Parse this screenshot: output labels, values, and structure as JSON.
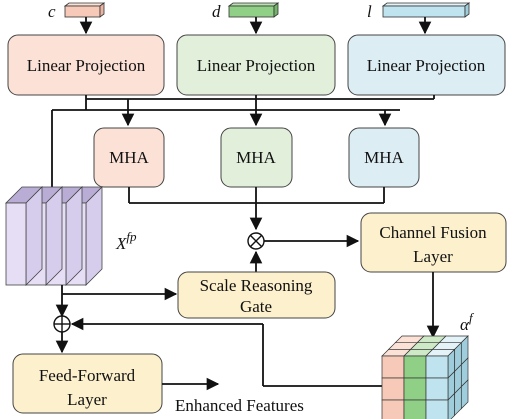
{
  "inputs": {
    "c": {
      "label": "c",
      "color": "#f6c9b8"
    },
    "d": {
      "label": "d",
      "color": "#8fcf86"
    },
    "l": {
      "label": "l",
      "color": "#bfe3ef"
    }
  },
  "linear_projections": [
    {
      "label": "Linear Projection",
      "fill": "#fbe1d6"
    },
    {
      "label": "Linear Projection",
      "fill": "#e2efdb"
    },
    {
      "label": "Linear Projection",
      "fill": "#dcedf4"
    }
  ],
  "mha": [
    {
      "label": "MHA",
      "fill": "#fbe1d6"
    },
    {
      "label": "MHA",
      "fill": "#e2efdb"
    },
    {
      "label": "MHA",
      "fill": "#dcedf4"
    }
  ],
  "feature_stack": {
    "label": "X",
    "sup": "fp",
    "color": "#e6def4"
  },
  "channel_fusion": {
    "line1": "Channel Fusion",
    "line2": "Layer",
    "fill": "#fdf0cd"
  },
  "scale_gate": {
    "line1": "Scale Reasoning",
    "line2": "Gate",
    "fill": "#fdf0cd"
  },
  "feed_forward": {
    "line1": "Feed-Forward",
    "line2": "Layer",
    "fill": "#fdf0cd"
  },
  "alpha": {
    "label": "α",
    "sup": "f"
  },
  "output_label": "Enhanced Features",
  "operators": {
    "multiply": "⊗",
    "add": "⊕"
  },
  "cube_colors": [
    "#f6c9b8",
    "#8fcf86",
    "#bfe3ef"
  ]
}
